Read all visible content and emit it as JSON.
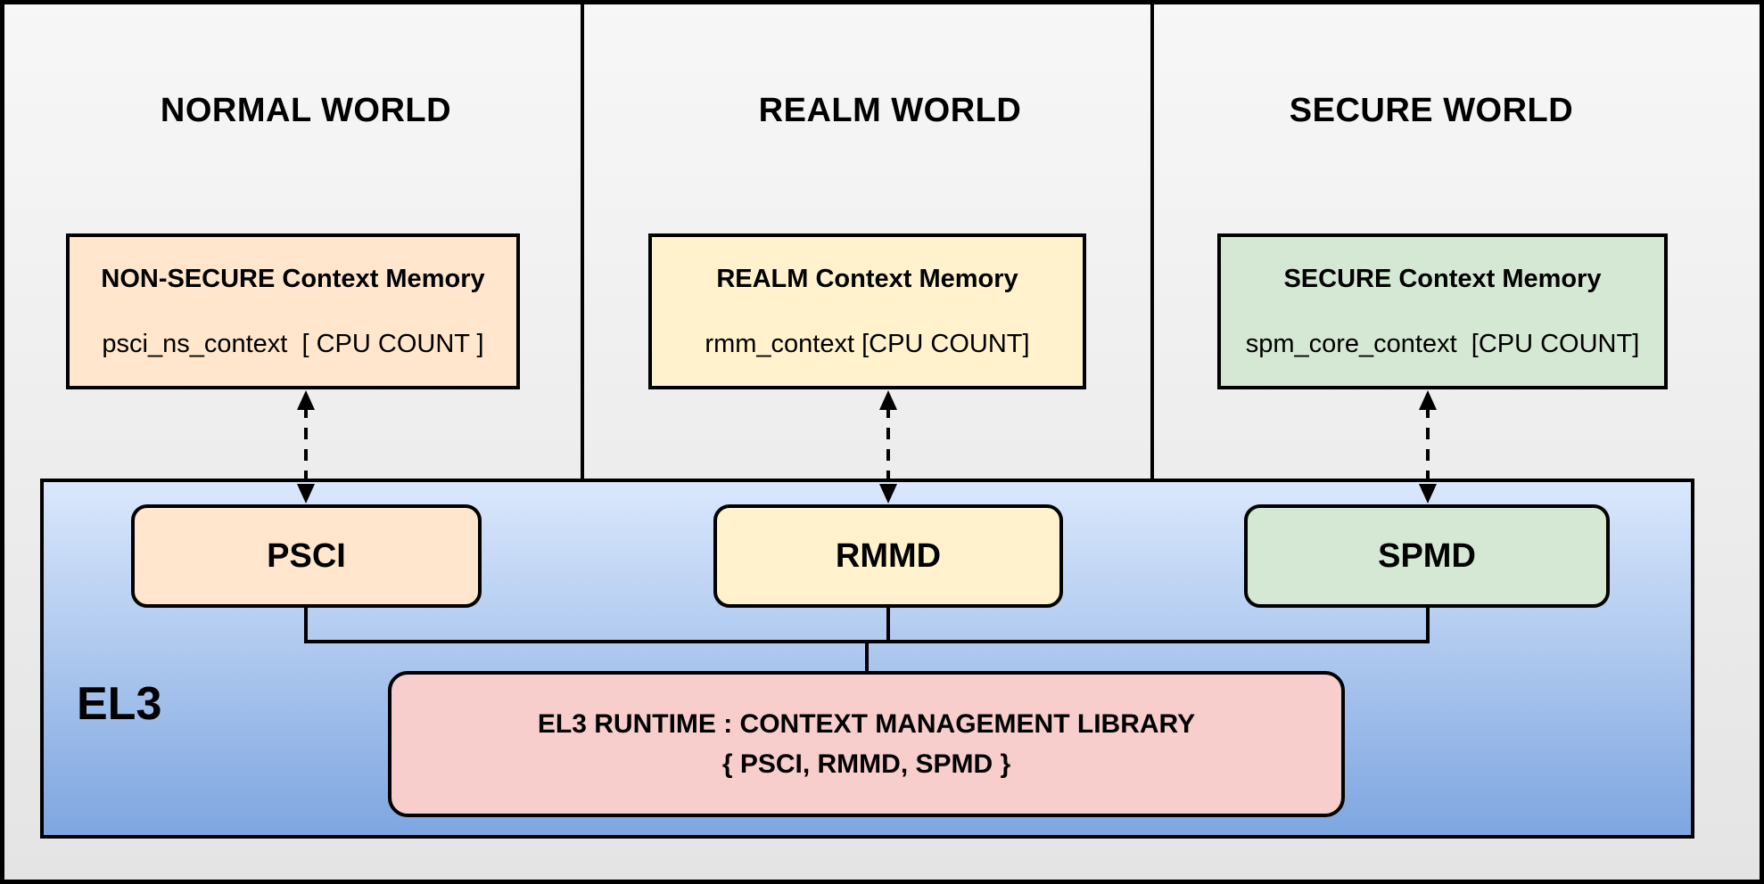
{
  "diagram": {
    "title_note": "EL3 context management architecture diagram",
    "worlds": [
      {
        "title": "NORMAL WORLD",
        "memory": {
          "title": "NON-SECURE Context Memory",
          "detail": "psci_ns_context  [ CPU COUNT ]"
        },
        "dispatcher": "PSCI"
      },
      {
        "title": "REALM WORLD",
        "memory": {
          "title": "REALM Context Memory",
          "detail": "rmm_context [CPU COUNT]"
        },
        "dispatcher": "RMMD"
      },
      {
        "title": "SECURE WORLD",
        "memory": {
          "title": "SECURE Context Memory",
          "detail": "spm_core_context  [CPU COUNT]"
        },
        "dispatcher": "SPMD"
      }
    ],
    "el3": {
      "label": "EL3",
      "runtime": {
        "line1": "EL3 RUNTIME : CONTEXT MANAGEMENT LIBRARY",
        "line2": "{ PSCI, RMMD, SPMD }"
      }
    },
    "colors": {
      "peach": "#FFE6CC",
      "yellow": "#FFF2CC",
      "green": "#D5E8D4",
      "pink": "#F8CECC",
      "blue_top": "#DAE8FC",
      "blue_bottom": "#7EA6E0",
      "bg_top": "#F7F7F7",
      "bg_bottom": "#E4E4E4",
      "line": "#000000"
    }
  }
}
